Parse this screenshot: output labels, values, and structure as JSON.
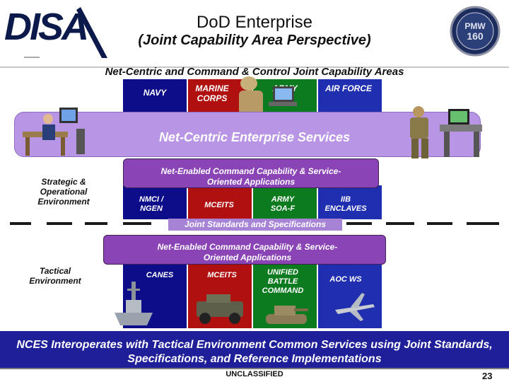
{
  "header": {
    "title": "DoD Enterprise",
    "subtitle": "(Joint Capability Area Perspective)",
    "logo_text": "DISA",
    "badge_text_1": "PMW",
    "badge_text_2": "160"
  },
  "net_centric": {
    "title": "Net-Centric and Command & Control Joint Capability Areas",
    "columns": [
      {
        "label": "NAVY",
        "color": "#0d0d8a"
      },
      {
        "label": "MARINE CORPS",
        "color": "#b01010"
      },
      {
        "label": "ARMY",
        "color": "#0c7a1e"
      },
      {
        "label": "AIR FORCE",
        "color": "#1f2fb0"
      }
    ],
    "enterprise_services": "Net-Centric Enterprise Services"
  },
  "strategic": {
    "label": "Strategic & Operational Environment",
    "capability_box": "Net-Enabled Command Capability & Service-Oriented Applications",
    "cells": [
      "NMCI / NGEN",
      "MCEITS",
      "ARMY SOA-F",
      "IIB ENCLAVES"
    ]
  },
  "standards": {
    "label": "Joint Standards and Specifications"
  },
  "tactical": {
    "label": "Tactical Environment",
    "capability_box": "Net-Enabled Command Capability & Service-Oriented Applications",
    "cells": [
      "CANES",
      "MCEITS",
      "UNIFIED BATTLE COMMAND",
      "AOC WS"
    ]
  },
  "footer": {
    "banner": "NCES Interoperates with Tactical Environment Common Services using Joint Standards, Specifications, and Reference Implementations",
    "classification": "UNCLASSIFIED",
    "page_number": "23"
  },
  "colors": {
    "navy": "#0d0d8a",
    "marine": "#b01010",
    "army": "#0c7a1e",
    "airforce": "#1f2fb0",
    "purple": "#8a44b5",
    "light_purple": "#b995e6",
    "banner": "#1f1f9a"
  }
}
